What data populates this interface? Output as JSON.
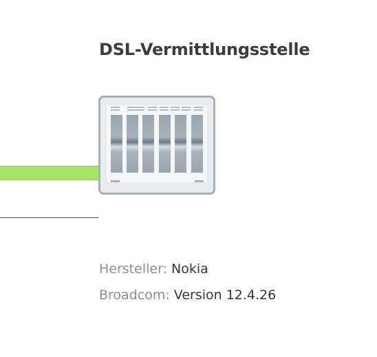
{
  "device": {
    "title": "DSL-Vermittlungsstelle",
    "icon": "dslam-icon"
  },
  "connection": {
    "color": "#a7e466"
  },
  "details": [
    {
      "label": "Hersteller:",
      "value": "Nokia"
    },
    {
      "label": "Broadcom:",
      "value": "Version 12.4.26"
    }
  ]
}
